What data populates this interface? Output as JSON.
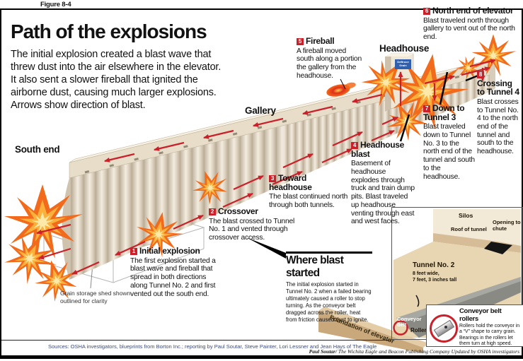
{
  "figure_label": "Figure 8-4",
  "title": "Path of the explosions",
  "intro": "The initial explosion created a blast wave that threw dust into the air elsewhere in the elevator. It also sent a slower fireball that ignited the airborne dust, causing much larger explosions. Arrows show direction of blast.",
  "labels": {
    "south_end": "South end",
    "gallery": "Gallery",
    "headhouse": "Headhouse",
    "headhouse_sign": "DeBruce Grain",
    "shed_note": "Grain storage shed shown outlined for clarity"
  },
  "callouts": [
    {
      "num": "1",
      "title": "Initial explosion",
      "body": "The first explosion started a blast wave and fireball that spread in both directions along Tunnel No. 2 and first vented out the south end."
    },
    {
      "num": "2",
      "title": "Crossover",
      "body": "The blast crossed to Tunnel No. 1 and vented through crossover access."
    },
    {
      "num": "3",
      "title": "Toward headhouse",
      "body": "The blast continued north through both tunnels."
    },
    {
      "num": "4",
      "title": "Headhouse blast",
      "body": "Basement of headhouse explodes through truck and train dump pits. Blast traveled up headhouse venting through east and west faces."
    },
    {
      "num": "5",
      "title": "Fireball",
      "body": "A fireball moved south along a portion the gallery from the headhouse."
    },
    {
      "num": "6",
      "title": "North end of elevator",
      "body": "Blast traveled north through gallery to vent out of the north end."
    },
    {
      "num": "7",
      "title": "Down to Tunnel 3",
      "body": "Blast traveled down to Tunnel No. 3 to the north end of the tunnel and south to the headhouse."
    },
    {
      "num": "8",
      "title": "Crossing to Tunnel 4",
      "body": "Blast crosses to Tunnel No. 4 to the north end of the tunnel and south to the headhouse."
    }
  ],
  "where_blast_started": {
    "title": "Where blast started",
    "body": "The initial explosion started in Tunnel No. 2 when a failed bearing ultimately caused a roller to stop turning. As the conveyor belt dragged across the roller, heat from friction caused dust to ignite."
  },
  "inset": {
    "silos": "Silos",
    "roof": "Roof of tunnel",
    "opening": "Opening to chute",
    "tunnel_title": "Tunnel No. 2",
    "tunnel_dim1": "8 feet wide,",
    "tunnel_dim2": "7 feet, 3 inches tall",
    "conveyor_belt": "Conveyor belt",
    "roller": "Roller",
    "foundation": "Foundation of elevator",
    "rollers_title": "Conveyor belt rollers",
    "rollers_body": "Rollers hold the conveyor in a “V” shape to carry grain. Bearings in the rollers let them turn at high speed."
  },
  "footer": {
    "sources": "Sources: OSHA investigators, blueprints from Borton Inc.; reporting by Paul Soutar, Steve Painter, Lori Lessner and Jean Hays of The Eagle",
    "credit_bold": "Paul Soutar/",
    "credit_rest": " The Wichita Eagle and Beacon Publishing Company Updated by OSHA investigators"
  },
  "colors": {
    "accent_red": "#c9202a",
    "explosion_orange": "#f26a1b",
    "explosion_yellow": "#fbb03b",
    "silo_cream": "#e9dfcf",
    "inset_tan": "#d7bd97"
  }
}
